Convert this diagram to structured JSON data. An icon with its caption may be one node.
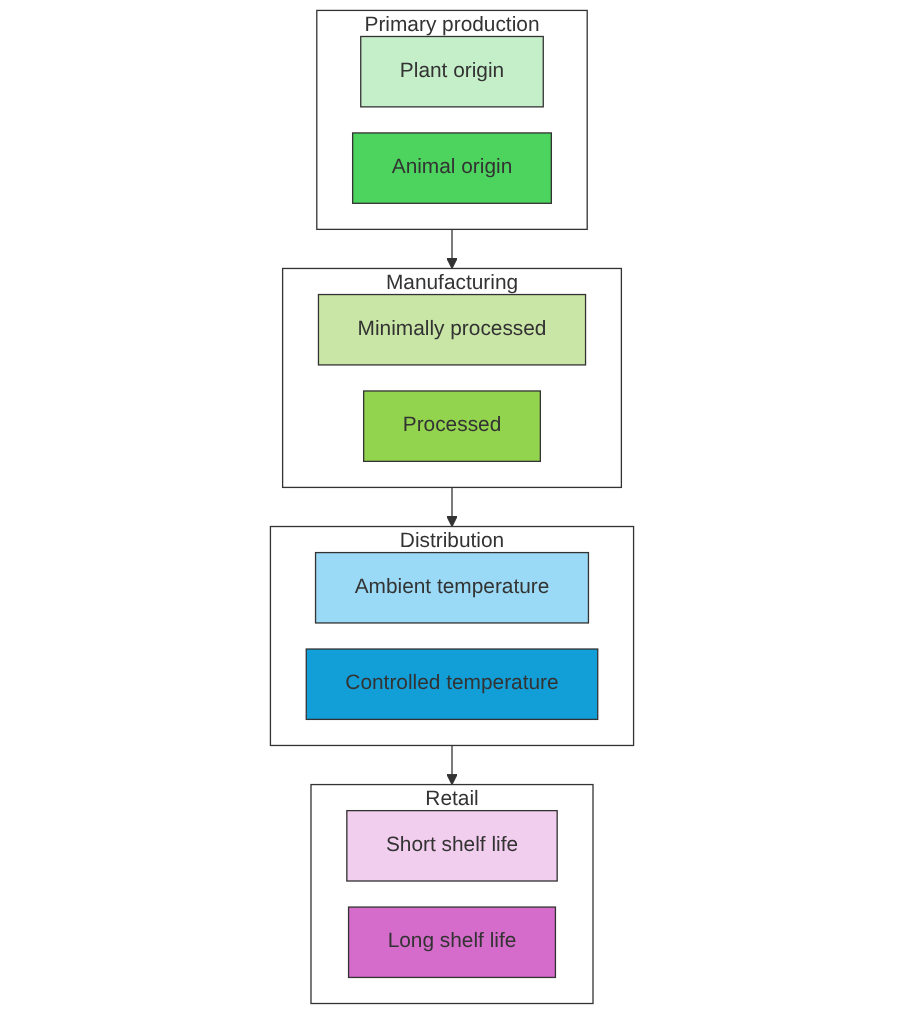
{
  "diagram": {
    "nodes": [
      {
        "text": [
          "Primary production"
        ]
      },
      {
        "text": [
          "Plant origin"
        ],
        "in": 0
      },
      {
        "text": [
          "Animal origin"
        ],
        "in": 0
      },
      {
        "text": [
          "Manufacturing"
        ]
      },
      {
        "text": [
          "Minimally processed"
        ],
        "in": 3
      },
      {
        "text": [
          "Processed"
        ],
        "in": 3
      },
      {
        "text": [
          "Distribution"
        ]
      },
      {
        "text": [
          "Ambient temperature"
        ],
        "in": 6
      },
      {
        "text": [
          "Controlled temperature"
        ],
        "in": 6
      },
      {
        "text": [
          "Retail"
        ]
      },
      {
        "text": [
          "Short shelf life"
        ],
        "in": 9
      },
      {
        "text": [
          "Long shelf life"
        ],
        "in": 9
      }
    ],
    "edges": [
      {
        "from": 0,
        "to": 3,
        "arrow": "to"
      },
      {
        "from": 3,
        "to": 6,
        "arrow": "to"
      },
      {
        "from": 6,
        "to": 9,
        "arrow": "to"
      }
    ]
  }
}
